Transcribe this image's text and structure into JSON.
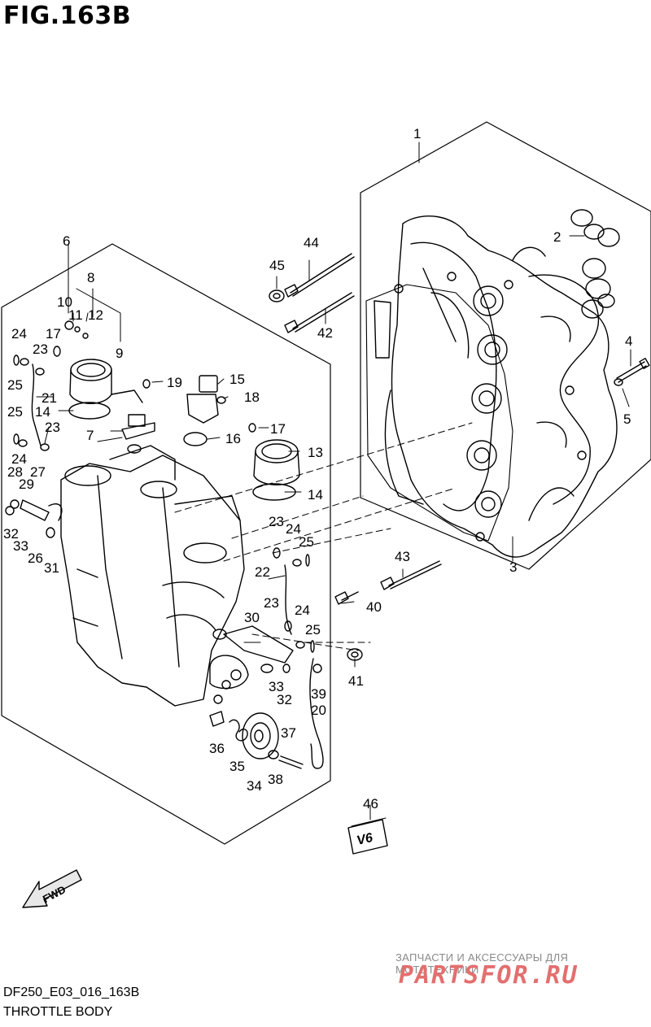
{
  "figure": {
    "title": "FIG.163B",
    "code": "DF250_E03_016_163B",
    "subtitle": "THROTTLE BODY"
  },
  "watermark": {
    "tagline": "ЗАПЧАСТИ И АКСЕССУАРЫ ДЛЯ МОТОТЕХНИКИ",
    "brand": "PARTSFOR.RU"
  },
  "fwd_label": "FWD",
  "badge_text": "V6",
  "callouts": [
    {
      "id": "c1",
      "label": "1"
    },
    {
      "id": "c2",
      "label": "2"
    },
    {
      "id": "c3",
      "label": "3"
    },
    {
      "id": "c4",
      "label": "4"
    },
    {
      "id": "c5",
      "label": "5"
    },
    {
      "id": "c6",
      "label": "6"
    },
    {
      "id": "c7",
      "label": "7"
    },
    {
      "id": "c8",
      "label": "8"
    },
    {
      "id": "c9",
      "label": "9"
    },
    {
      "id": "c10",
      "label": "10"
    },
    {
      "id": "c11",
      "label": "11"
    },
    {
      "id": "c12",
      "label": "12"
    },
    {
      "id": "c13",
      "label": "13"
    },
    {
      "id": "c14a",
      "label": "14"
    },
    {
      "id": "c14b",
      "label": "14"
    },
    {
      "id": "c15",
      "label": "15"
    },
    {
      "id": "c16",
      "label": "16"
    },
    {
      "id": "c17a",
      "label": "17"
    },
    {
      "id": "c17b",
      "label": "17"
    },
    {
      "id": "c18",
      "label": "18"
    },
    {
      "id": "c19",
      "label": "19"
    },
    {
      "id": "c20",
      "label": "20"
    },
    {
      "id": "c21",
      "label": "21"
    },
    {
      "id": "c22",
      "label": "22"
    },
    {
      "id": "c23a",
      "label": "23"
    },
    {
      "id": "c23b",
      "label": "23"
    },
    {
      "id": "c23c",
      "label": "23"
    },
    {
      "id": "c23d",
      "label": "23"
    },
    {
      "id": "c24a",
      "label": "24"
    },
    {
      "id": "c24b",
      "label": "24"
    },
    {
      "id": "c24c",
      "label": "24"
    },
    {
      "id": "c24d",
      "label": "24"
    },
    {
      "id": "c25a",
      "label": "25"
    },
    {
      "id": "c25b",
      "label": "25"
    },
    {
      "id": "c25c",
      "label": "25"
    },
    {
      "id": "c25d",
      "label": "25"
    },
    {
      "id": "c26",
      "label": "26"
    },
    {
      "id": "c27",
      "label": "27"
    },
    {
      "id": "c28",
      "label": "28"
    },
    {
      "id": "c29",
      "label": "29"
    },
    {
      "id": "c30",
      "label": "30"
    },
    {
      "id": "c31",
      "label": "31"
    },
    {
      "id": "c32a",
      "label": "32"
    },
    {
      "id": "c32b",
      "label": "32"
    },
    {
      "id": "c33a",
      "label": "33"
    },
    {
      "id": "c33b",
      "label": "33"
    },
    {
      "id": "c34",
      "label": "34"
    },
    {
      "id": "c35",
      "label": "35"
    },
    {
      "id": "c36",
      "label": "36"
    },
    {
      "id": "c37",
      "label": "37"
    },
    {
      "id": "c38",
      "label": "38"
    },
    {
      "id": "c39",
      "label": "39"
    },
    {
      "id": "c40",
      "label": "40"
    },
    {
      "id": "c41",
      "label": "41"
    },
    {
      "id": "c42",
      "label": "42"
    },
    {
      "id": "c43",
      "label": "43"
    },
    {
      "id": "c44",
      "label": "44"
    },
    {
      "id": "c45",
      "label": "45"
    },
    {
      "id": "c46",
      "label": "46"
    }
  ]
}
